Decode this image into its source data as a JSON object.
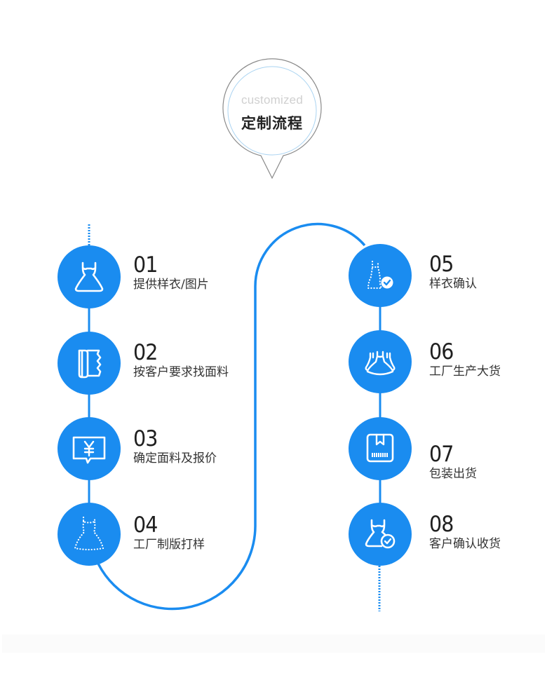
{
  "header": {
    "subtitle_en": "customized",
    "title_zh": "定制流程"
  },
  "colors": {
    "accent": "#1a8cf0",
    "number": "#1f1f1f",
    "text": "#333333",
    "bubble_outer": "#8a8a8a",
    "bubble_inner": "#a9d3f1"
  },
  "steps": [
    {
      "number": "01",
      "label": "提供样衣/图片",
      "icon": "dress-icon"
    },
    {
      "number": "02",
      "label": "按客户要求找面料",
      "icon": "fabric-roll-icon"
    },
    {
      "number": "03",
      "label": "确定面料及报价",
      "icon": "yen-quote-icon"
    },
    {
      "number": "04",
      "label": "工厂制版打样",
      "icon": "dotted-dress-pattern-icon"
    },
    {
      "number": "05",
      "label": "样衣确认",
      "icon": "dotted-dress-check-icon"
    },
    {
      "number": "06",
      "label": "工厂生产大货",
      "icon": "multiple-dresses-icon"
    },
    {
      "number": "07",
      "label": "包装出货",
      "icon": "package-box-icon"
    },
    {
      "number": "08",
      "label": "客户确认收货",
      "icon": "dress-check-icon"
    }
  ]
}
